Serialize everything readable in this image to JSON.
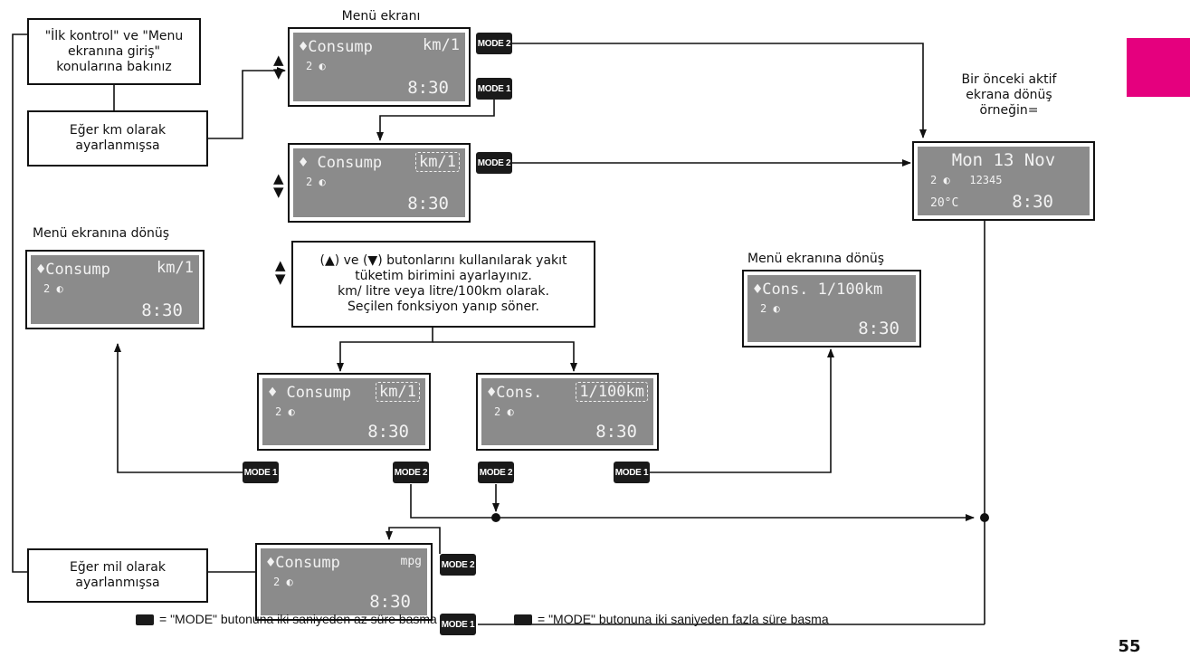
{
  "note_top": "\"İlk kontrol\" ve \"Menu\nekranına giriş\"\nkonularına bakınız",
  "note_km": "Eğer km olarak\nayarlanmışsa",
  "note_mil": "Eğer mil olarak\nayarlanmışsa",
  "instruction": "(▲) ve (▼) butonlarını kullanılarak yakıt\ntüketim birimini ayarlayınız.\nkm/ litre veya litre/100km olarak.\nSeçilen fonksiyon yanıp söner.",
  "labels": {
    "menu_screen": "Menü ekranı",
    "return_menu_left": "Menü ekranına dönüş",
    "return_menu_right": "Menü ekranına dönüş",
    "return_previous": "Bir önceki aktif\nekrana dönüş\nörneğin="
  },
  "screens": {
    "menu": {
      "title": "♦Consump",
      "unit": "km/1",
      "line2": "2 ◐",
      "time": "8:30"
    },
    "select_km": {
      "title": "♦ Consump",
      "unit": "km/1",
      "line2": "2 ◐",
      "time": "8:30"
    },
    "return_left": {
      "title": "♦Consump",
      "unit": "km/1",
      "line2": "2 ◐",
      "time": "8:30"
    },
    "flash_km": {
      "title": "♦ Consump",
      "unit": "km/1",
      "line2": "2 ◐",
      "time": "8:30"
    },
    "flash_l100": {
      "title": "♦Cons.",
      "unit": "1/100km",
      "line2": "2 ◐",
      "time": "8:30"
    },
    "return_right": {
      "title": "♦Cons. 1/100km",
      "line2": "2 ◐",
      "time": "8:30"
    },
    "mpg": {
      "title": "♦Consump",
      "unit": "mpg",
      "line2": "2 ◐",
      "time": "8:30"
    },
    "previous": {
      "title": "Mon 13 Nov",
      "line2": "2 ◐   12345",
      "temp": "20°C",
      "time": "8:30"
    }
  },
  "buttons": {
    "mode1": "MODE 1",
    "mode2": "MODE 2"
  },
  "legend": {
    "short_press": "= \"MODE\" butonuna iki saniyeden az süre basma",
    "long_press": "= \"MODE\" butonuna iki saniyeden fazla süre basma"
  },
  "page_number": "55",
  "colors": {
    "accent": "#e5007e",
    "lcd": "#8b8b8b"
  }
}
